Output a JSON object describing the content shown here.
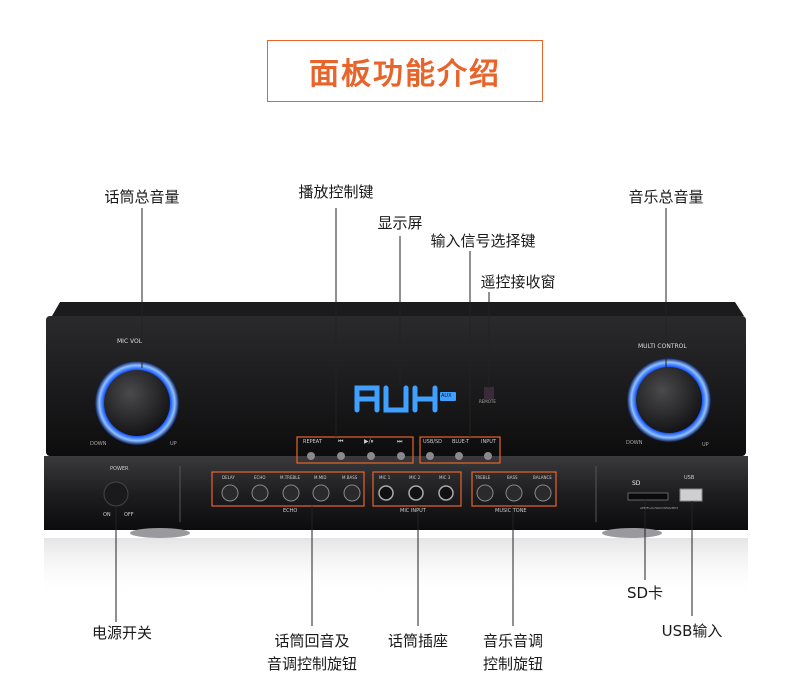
{
  "page_title": "面板功能介绍",
  "callouts": {
    "mic_volume": "话筒总音量",
    "playback_keys": "播放控制键",
    "display": "显示屏",
    "input_select": "输入信号选择键",
    "ir_window": "遥控接收窗",
    "music_volume": "音乐总音量",
    "power_switch": "电源开关",
    "echo_knobs_line1": "话筒回音及",
    "echo_knobs_line2": "音调控制旋钮",
    "mic_jacks": "话筒插座",
    "tone_knobs_line1": "音乐音调",
    "tone_knobs_line2": "控制旋钮",
    "sd_card": "SD卡",
    "usb_input": "USB输入"
  },
  "device": {
    "mic_vol_label": "MIC VOL",
    "multi_control_label": "MULTI CONTROL",
    "knob_down": "DOWN",
    "knob_up": "UP",
    "display_text": "AUX",
    "display_badge": "AUX",
    "ir_label": "REMOTE",
    "playback_buttons": [
      "REPEAT",
      "⏮",
      "▶/⏸",
      "⏭"
    ],
    "input_buttons": [
      "USB/SD",
      "BLUE-T",
      "INPUT"
    ],
    "power_label": "POWER",
    "power_on": "ON",
    "power_off": "OFF",
    "echo_knobs": [
      "DELAY",
      "ECHO",
      "M.TREBLE",
      "M.MID",
      "M.BASS"
    ],
    "echo_group": "ECHO",
    "mic_jacks": [
      "MIC 1",
      "MIC 2",
      "MIC 3"
    ],
    "mic_group": "MIC INPUT",
    "tone_knobs": [
      "TREBLE",
      "BASS",
      "BALANCE"
    ],
    "tone_group": "MUSIC TONE",
    "sd_logo": "SD",
    "usb_label": "USB",
    "format_text": "APE/FLAC/WAV/WMA/MP3"
  },
  "colors": {
    "accent": "#e8642a",
    "knob_glow": "#2f7bff",
    "display_blue": "#3fa0ff",
    "panel_button_border": "#e8642a"
  }
}
